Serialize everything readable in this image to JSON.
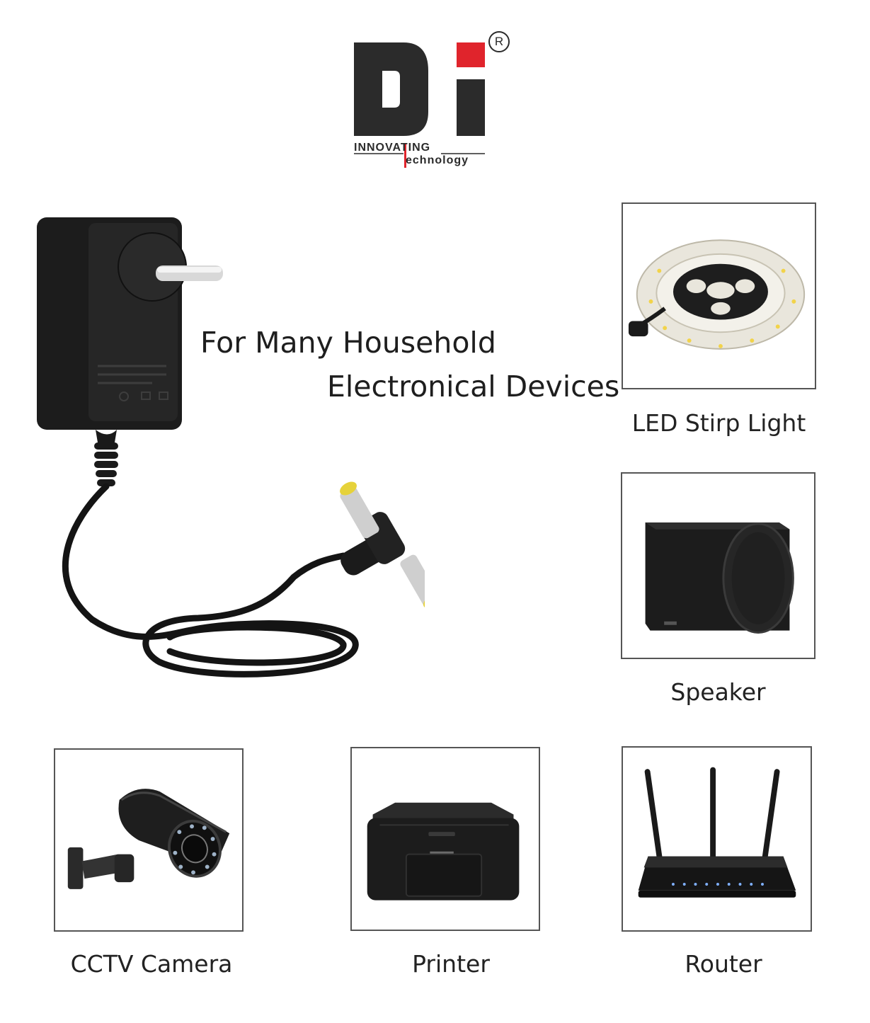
{
  "brand": {
    "registered_mark": "R",
    "tagline_top": "INNOVATING",
    "tagline_bottom": "echnology",
    "accent_color": "#e0242c",
    "logo_color": "#2b2b2b"
  },
  "headline": {
    "line1": "For Many Household",
    "line2": "Electronical Devices"
  },
  "product": {
    "image": "power-adapter-icon"
  },
  "devices": [
    {
      "label": "LED Stirp Light",
      "icon": "led-strip-icon"
    },
    {
      "label": "Speaker",
      "icon": "speaker-icon"
    },
    {
      "label": "CCTV Camera",
      "icon": "cctv-camera-icon"
    },
    {
      "label": "Printer",
      "icon": "printer-icon"
    },
    {
      "label": "Router",
      "icon": "router-icon"
    }
  ]
}
